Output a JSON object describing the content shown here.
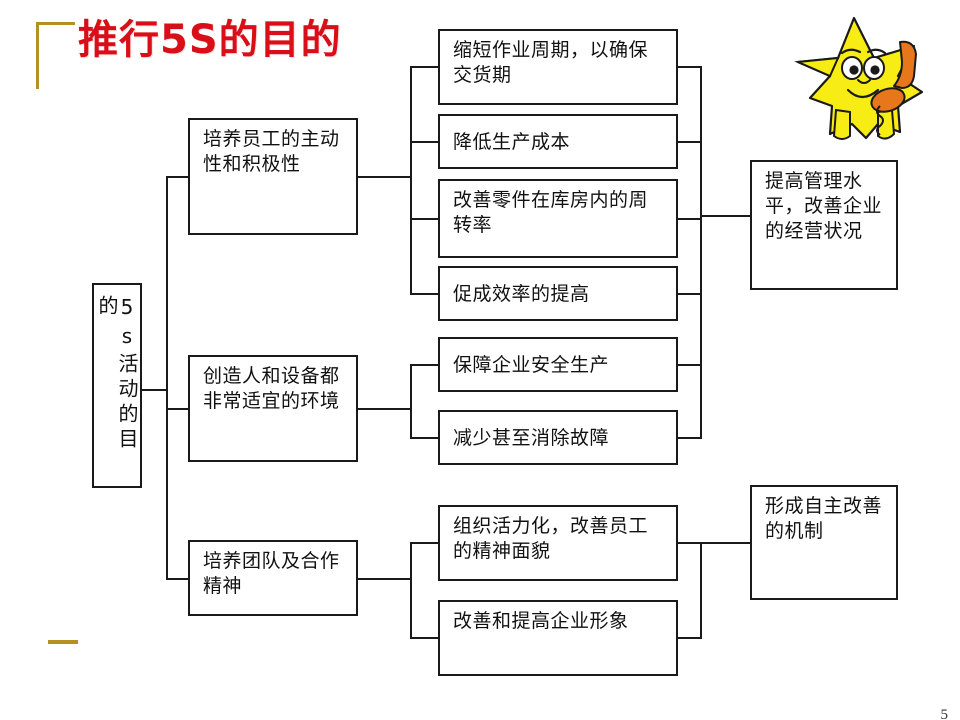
{
  "slide": {
    "title": "推行5S的目的",
    "page_number": "5",
    "title_color": "#d80f18",
    "accent_color": "#b59022",
    "line_color": "#1a1a1a"
  },
  "diagram": {
    "root": {
      "label": "5s活动的目的"
    },
    "branches": [
      {
        "label": "培养员工的主动性和积极性"
      },
      {
        "label": "创造人和设备都非常适宜的环境"
      },
      {
        "label": "培养团队及合作精神"
      }
    ],
    "leaves": [
      {
        "label": "缩短作业周期，以确保交货期"
      },
      {
        "label": "降低生产成本"
      },
      {
        "label": "改善零件在库房内的周转率"
      },
      {
        "label": "促成效率的提高"
      },
      {
        "label": "保障企业安全生产"
      },
      {
        "label": "减少甚至消除故障"
      },
      {
        "label": "组织活力化，改善员工的精神面貌"
      },
      {
        "label": "改善和提高企业形象"
      }
    ],
    "outcomes": [
      {
        "label": "提高管理水平，改善企业的经营状况"
      },
      {
        "label": "形成自主改善的机制"
      }
    ]
  },
  "mascot": {
    "name": "star-with-telephone",
    "body_color": "#f7ec13",
    "phone_color": "#e8761b"
  }
}
